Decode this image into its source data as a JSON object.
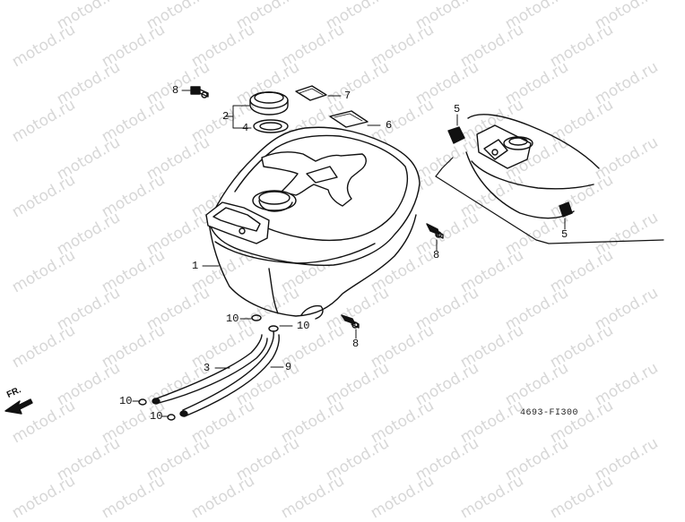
{
  "watermark": "motod.ru",
  "diagram_code": "4693-FI300",
  "front_indicator": "FR.",
  "callouts": [
    {
      "id": "c8a",
      "number": "8"
    },
    {
      "id": "c2",
      "number": "2"
    },
    {
      "id": "c4",
      "number": "4"
    },
    {
      "id": "c7",
      "number": "7"
    },
    {
      "id": "c6",
      "number": "6"
    },
    {
      "id": "c5a",
      "number": "5"
    },
    {
      "id": "c5b",
      "number": "5"
    },
    {
      "id": "c8b",
      "number": "8"
    },
    {
      "id": "c1",
      "number": "1"
    },
    {
      "id": "c10a",
      "number": "10"
    },
    {
      "id": "c10b",
      "number": "10"
    },
    {
      "id": "c8c",
      "number": "8"
    },
    {
      "id": "c3",
      "number": "3"
    },
    {
      "id": "c9",
      "number": "9"
    },
    {
      "id": "c10c",
      "number": "10"
    },
    {
      "id": "c10d",
      "number": "10"
    }
  ],
  "colors": {
    "line": "#111111",
    "watermark": "#d7d7d7",
    "background": "#ffffff"
  }
}
